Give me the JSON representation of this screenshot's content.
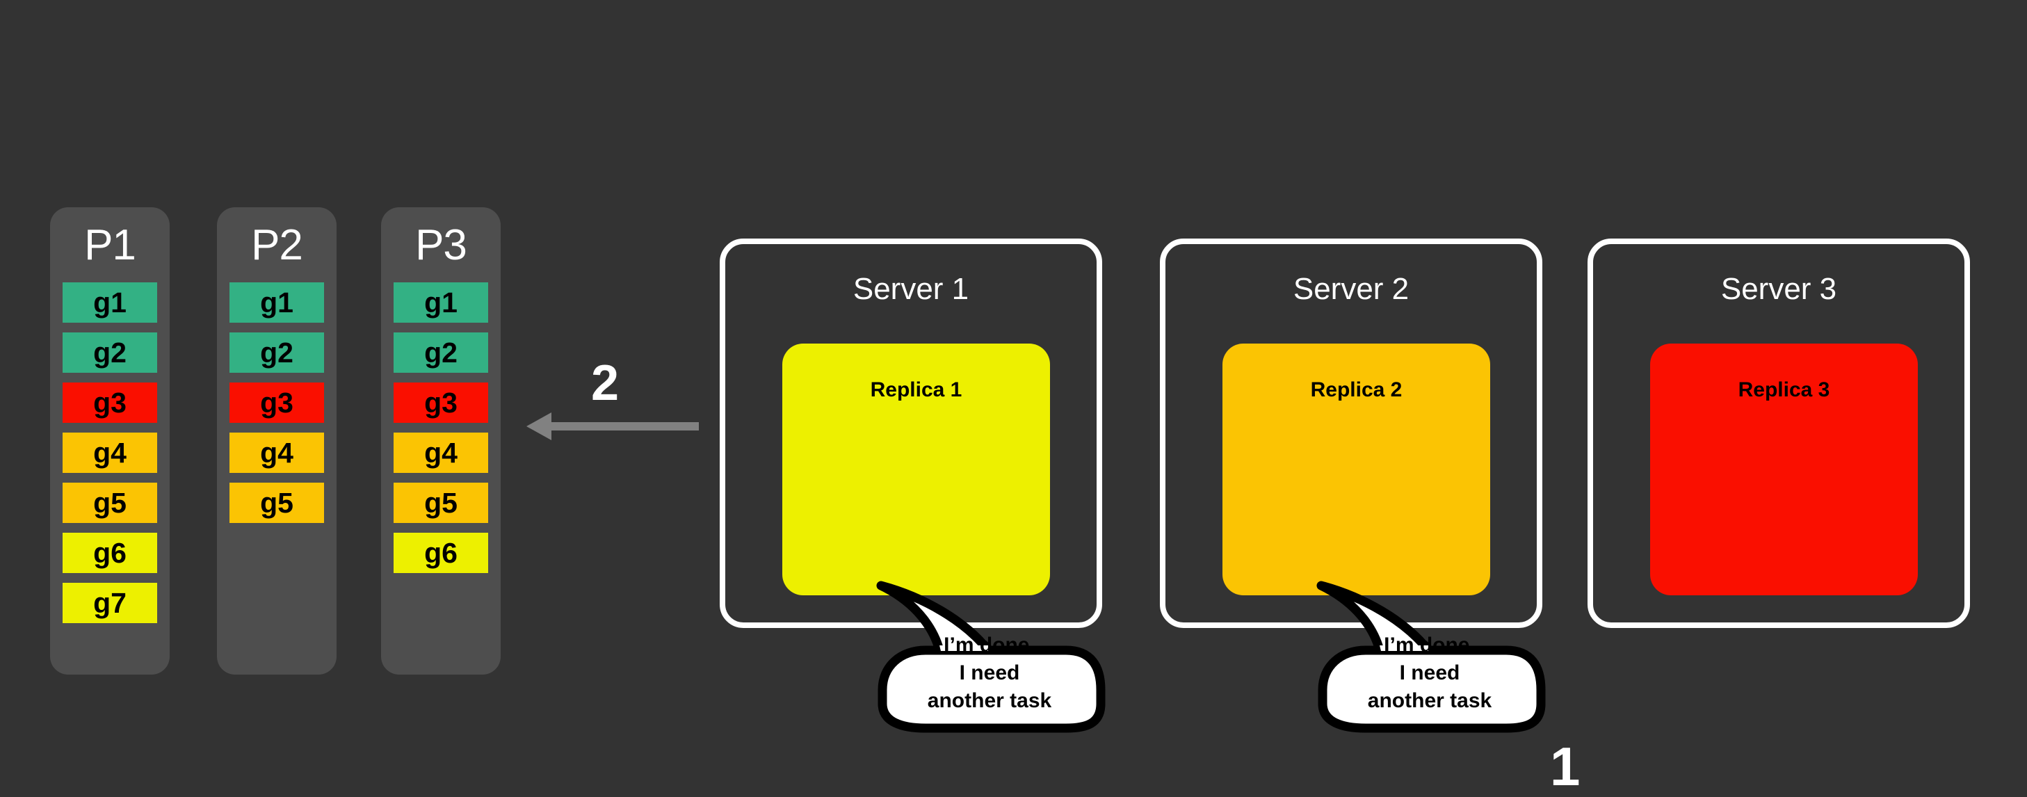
{
  "background_color": "#333333",
  "partitions": [
    {
      "name": "P1",
      "tasks": [
        {
          "label": "g1",
          "color": "#33b184"
        },
        {
          "label": "g2",
          "color": "#33b184"
        },
        {
          "label": "g3",
          "color": "#fa0f00"
        },
        {
          "label": "g4",
          "color": "#fbc403"
        },
        {
          "label": "g5",
          "color": "#fbc403"
        },
        {
          "label": "g6",
          "color": "#edf000"
        },
        {
          "label": "g7",
          "color": "#edf000"
        }
      ]
    },
    {
      "name": "P2",
      "tasks": [
        {
          "label": "g1",
          "color": "#33b184"
        },
        {
          "label": "g2",
          "color": "#33b184"
        },
        {
          "label": "g3",
          "color": "#fa0f00"
        },
        {
          "label": "g4",
          "color": "#fbc403"
        },
        {
          "label": "g5",
          "color": "#fbc403"
        }
      ]
    },
    {
      "name": "P3",
      "tasks": [
        {
          "label": "g1",
          "color": "#33b184"
        },
        {
          "label": "g2",
          "color": "#33b184"
        },
        {
          "label": "g3",
          "color": "#fa0f00"
        },
        {
          "label": "g4",
          "color": "#fbc403"
        },
        {
          "label": "g5",
          "color": "#fbc403"
        },
        {
          "label": "g6",
          "color": "#edf000"
        }
      ]
    }
  ],
  "steps": {
    "step_two_label": "2",
    "step_one_label": "1"
  },
  "arrow": {
    "direction": "left",
    "color": "#818181",
    "name": "fetch-task-arrow"
  },
  "servers": [
    {
      "title": "Server 1",
      "replica_label": "Replica 1",
      "replica_color": "#edf000",
      "bubble_text": "I’m done.\nI need\nanother task",
      "has_bubble": true
    },
    {
      "title": "Server 2",
      "replica_label": "Replica 2",
      "replica_color": "#fbc403",
      "bubble_text": "I’m done.\nI need\nanother task",
      "has_bubble": true
    },
    {
      "title": "Server 3",
      "replica_label": "Replica 3",
      "replica_color": "#fa0f00",
      "bubble_text": "",
      "has_bubble": false
    }
  ],
  "colors": {
    "partition_bg": "#4e4e4e",
    "server_border": "#ffffff",
    "text_light": "#ffffff",
    "text_dark": "#000000",
    "green": "#33b184",
    "red": "#fa0f00",
    "amber": "#fbc403",
    "yellow": "#edf000",
    "arrow_gray": "#818181"
  }
}
